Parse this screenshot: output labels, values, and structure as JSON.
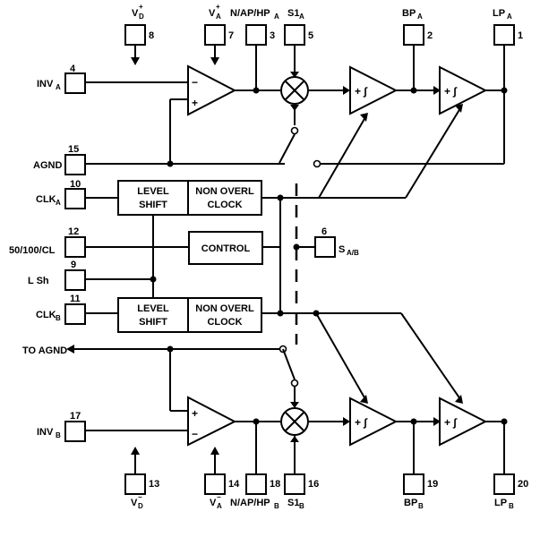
{
  "pins": {
    "vd_plus": {
      "label": "V",
      "sub": "D",
      "sup": "+",
      "num": "8"
    },
    "va_plus": {
      "label": "V",
      "sub": "A",
      "sup": "+",
      "num": "7"
    },
    "nap_hp_a": {
      "label": "N/AP/HP",
      "sub": "A",
      "num": "3"
    },
    "s1a": {
      "label": "S1",
      "sub": "A",
      "num": "5"
    },
    "bpa": {
      "label": "BP",
      "sub": "A",
      "num": "2"
    },
    "lpa": {
      "label": "LP",
      "sub": "A",
      "num": "1"
    },
    "inva": {
      "label": "INV",
      "sub": "A",
      "num": "4"
    },
    "agnd": {
      "label": "AGND",
      "num": "15"
    },
    "clka": {
      "label": "CLK",
      "sub": "A",
      "num": "10"
    },
    "ratio": {
      "label": "50/100/CL",
      "num": "12"
    },
    "lsh": {
      "label": "L Sh",
      "num": "9"
    },
    "clkb": {
      "label": "CLK",
      "sub": "B",
      "num": "11"
    },
    "sab": {
      "label": "S",
      "sub": "A/B",
      "num": "6"
    },
    "to_agnd": {
      "label": "TO AGND"
    },
    "invb": {
      "label": "INV",
      "sub": "B",
      "num": "17"
    },
    "vd_minus": {
      "label": "V",
      "sub": "D",
      "sup": "−",
      "num": "13"
    },
    "va_minus": {
      "label": "V",
      "sub": "A",
      "sup": "−",
      "num": "14"
    },
    "nap_hp_b": {
      "label": "N/AP/HP",
      "sub": "B",
      "num": "18"
    },
    "s1b": {
      "label": "S1",
      "sub": "B",
      "num": "16"
    },
    "bpb": {
      "label": "BP",
      "sub": "B",
      "num": "19"
    },
    "lpb": {
      "label": "LP",
      "sub": "B",
      "num": "20"
    }
  },
  "blocks": {
    "level_shift_a": [
      "LEVEL",
      "SHIFT"
    ],
    "nonoverl_a": [
      "NON OVERL",
      "CLOCK"
    ],
    "control": "CONTROL",
    "level_shift_b": [
      "LEVEL",
      "SHIFT"
    ],
    "nonoverl_b": [
      "NON OVERL",
      "CLOCK"
    ]
  },
  "symbols": {
    "minus": "−",
    "plus": "+",
    "integrator": "+ ∫"
  }
}
